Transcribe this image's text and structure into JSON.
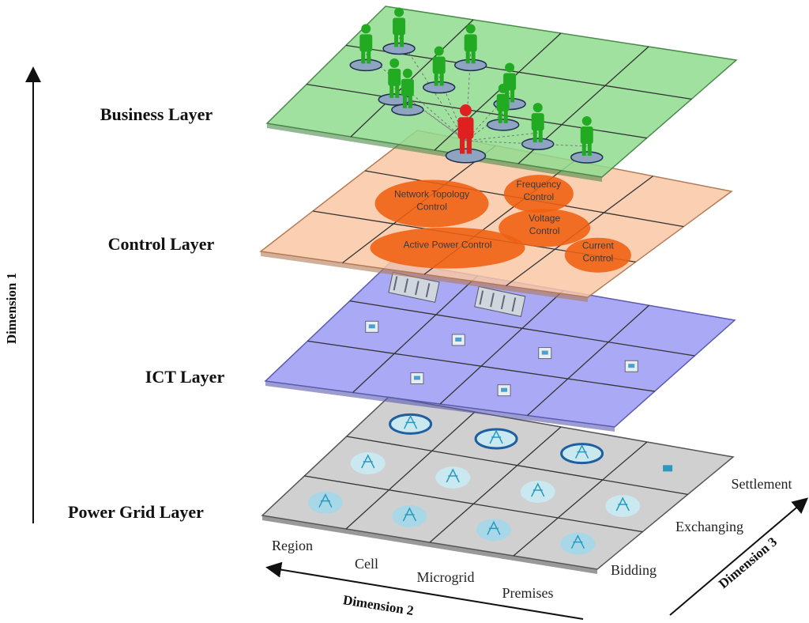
{
  "layers": [
    {
      "id": "business",
      "label": "Business Layer",
      "fill": "#8fdc8f",
      "stroke": "#4a8a4a"
    },
    {
      "id": "control",
      "label": "Control Layer",
      "fill": "#f9c7a4",
      "stroke": "#b47a55"
    },
    {
      "id": "ict",
      "label": "ICT Layer",
      "fill": "#9a9af3",
      "stroke": "#5a5ab0"
    },
    {
      "id": "power",
      "label": "Power Grid Layer",
      "fill": "#d0d0d0",
      "stroke": "#555555"
    }
  ],
  "dimensions": {
    "d1": "Dimension 1",
    "d2": "Dimension 2",
    "d3": "Dimension 3"
  },
  "dimension2_labels": [
    "Region",
    "Cell",
    "Microgrid",
    "Premises"
  ],
  "dimension3_labels": [
    "Bidding",
    "Exchanging",
    "Settlement"
  ],
  "control_functions": [
    {
      "lines": [
        "Network Topology",
        "Control"
      ]
    },
    {
      "lines": [
        "Frequency",
        "Control"
      ]
    },
    {
      "lines": [
        "Voltage",
        "Control"
      ]
    },
    {
      "lines": [
        "Current",
        "Control"
      ]
    },
    {
      "lines": [
        "Active Power Control"
      ]
    }
  ],
  "colors": {
    "agent": "#22aa22",
    "agent_highlight": "#e02020",
    "bubble": "#f06010",
    "icon_teal": "#2a9ac0"
  }
}
